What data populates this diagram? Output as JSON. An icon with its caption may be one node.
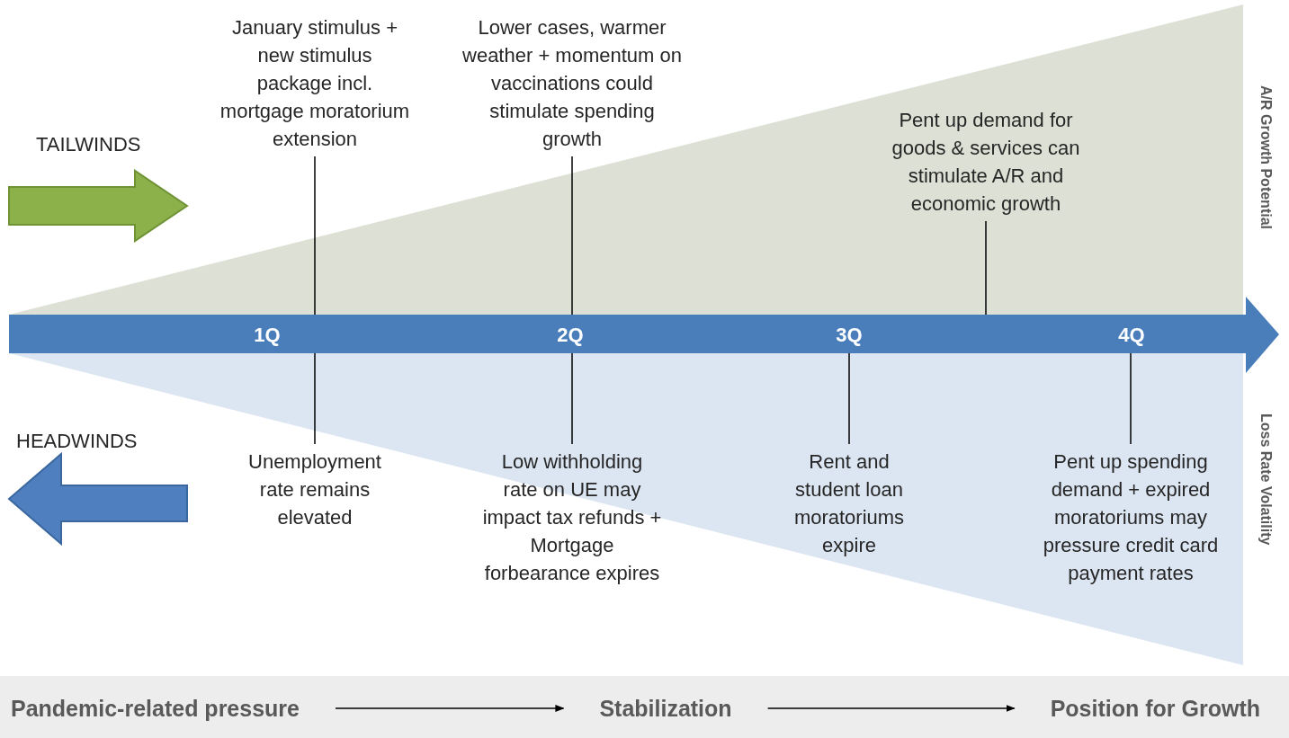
{
  "diagram": {
    "nodes": [
      {
        "text": [
          "1Q",
          "2Q",
          "3Q",
          "4Q"
        ]
      },
      {
        "text": [
          "January stimulus + new stimulus package incl. mortgage moratorium extension"
        ]
      },
      {
        "text": [
          "Lower cases, warmer weather + momentum on vaccinations could stimulate spending growth"
        ]
      },
      {
        "text": [
          "Pent up demand for goods & services can stimulate A/R and economic growth"
        ]
      },
      {
        "text": [
          "Unemployment rate remains elevated"
        ]
      },
      {
        "text": [
          "Low withholding rate on UE may impact tax refunds + Mortgage forbearance expires"
        ]
      },
      {
        "text": [
          "Rent and student loan moratoriums expire"
        ]
      },
      {
        "text": [
          "Pent up spending demand + expired moratoriums may pressure credit card payment rates"
        ]
      },
      {
        "text": [
          "Pandemic-related pressure"
        ]
      },
      {
        "text": [
          "Stabilization"
        ]
      },
      {
        "text": [
          "Position for Growth"
        ]
      }
    ],
    "edges": [
      {
        "from": 1,
        "to": 0,
        "arrow": "none"
      },
      {
        "from": 2,
        "to": 0,
        "arrow": "none"
      },
      {
        "from": 3,
        "to": 0,
        "arrow": "none"
      },
      {
        "from": 4,
        "to": 0,
        "arrow": "none"
      },
      {
        "from": 5,
        "to": 0,
        "arrow": "none"
      },
      {
        "from": 6,
        "to": 0,
        "arrow": "none"
      },
      {
        "from": 7,
        "to": 0,
        "arrow": "none"
      },
      {
        "from": 8,
        "to": 9,
        "arrow": "to"
      },
      {
        "from": 9,
        "to": 10,
        "arrow": "to"
      }
    ],
    "labels": [
      "TAILWINDS",
      "HEADWINDS",
      "A/R Growth Potential",
      "Loss Rate Volatility"
    ]
  }
}
